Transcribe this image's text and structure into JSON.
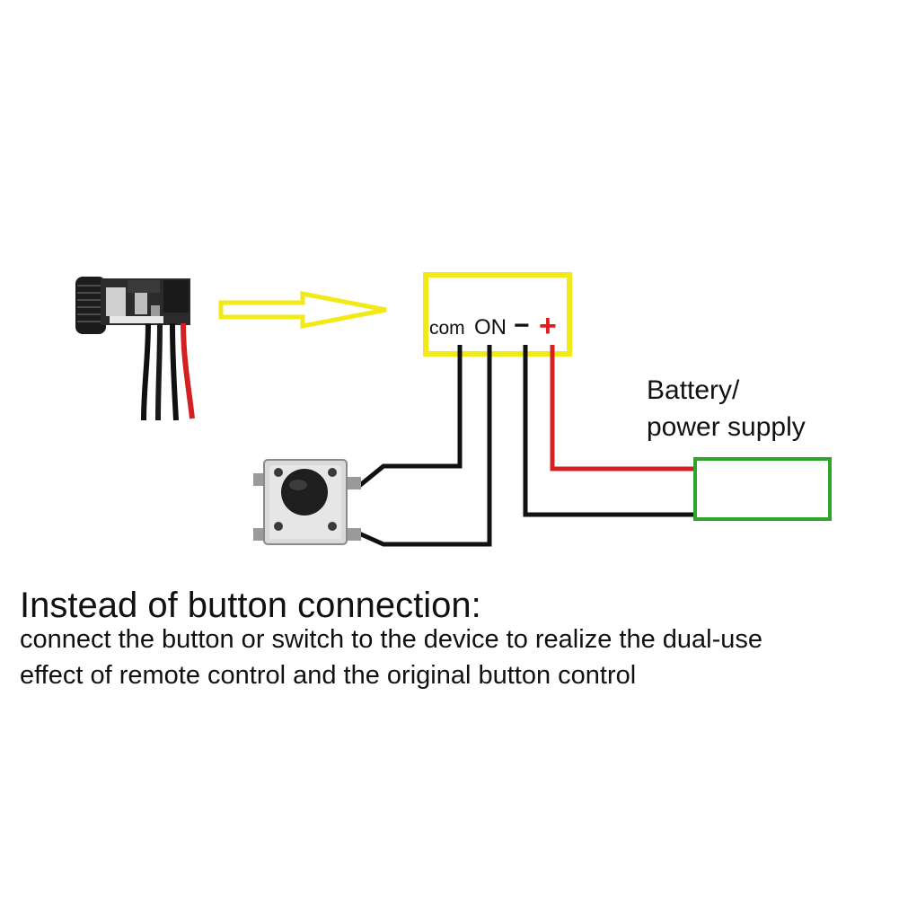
{
  "module_labels": {
    "com": "com",
    "on": "ON",
    "minus": "−",
    "plus": "+"
  },
  "battery": {
    "line1": "Battery/",
    "line2": "power supply"
  },
  "caption": {
    "heading": "Instead of button connection:",
    "line1": "connect the button or switch to the device to realize the dual-use",
    "line2": "effect of remote control and the original button control"
  },
  "colors": {
    "module_outline": "#f2ea17",
    "arrow": "#f2ea17",
    "wire_black": "#111111",
    "wire_red": "#d42020",
    "battery_outline": "#2ea62e",
    "plus_sign": "#e21b1b"
  },
  "icons": {
    "receiver": "receiver-module-photo",
    "button": "tactile-push-button-photo",
    "arrow": "right-arrow-icon"
  }
}
